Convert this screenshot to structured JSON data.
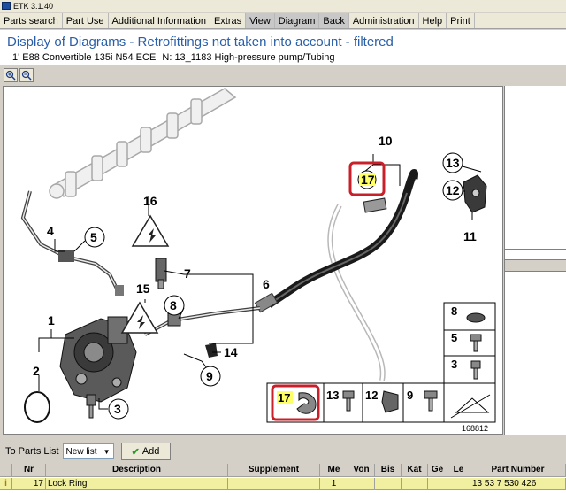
{
  "window": {
    "title": "ETK 3.1.40"
  },
  "menu": [
    {
      "label": "Parts search"
    },
    {
      "label": "Part Use"
    },
    {
      "label": "Additional Information"
    },
    {
      "label": "Extras"
    },
    {
      "label": "View"
    },
    {
      "label": "Diagram"
    },
    {
      "label": "Back"
    },
    {
      "label": "Administration"
    },
    {
      "label": "Help"
    },
    {
      "label": "Print"
    }
  ],
  "header": {
    "title": "Display of Diagrams - Retrofittings not taken into account - filtered",
    "vehicle": "1' E88 Convertible 135i N54 ECE",
    "n_label": "N:",
    "group": "13_1183 High-pressure pump/Tubing"
  },
  "diagram": {
    "id": "168812",
    "callouts": [
      "1",
      "2",
      "3",
      "4",
      "5",
      "6",
      "7",
      "8",
      "9",
      "10",
      "11",
      "12",
      "13",
      "14",
      "15",
      "16",
      "17"
    ],
    "highlight_color": "#c8202a",
    "tag_color": "#ffff66"
  },
  "parts_list_bar": {
    "label": "To Parts List",
    "select_value": "New list",
    "add_label": "Add"
  },
  "table": {
    "columns": [
      "",
      "Nr",
      "Description",
      "Supplement",
      "Me",
      "Von",
      "Bis",
      "Kat",
      "Ge",
      "Le",
      "Part Number"
    ],
    "rows": [
      {
        "info": "i",
        "nr": "17",
        "description": "Lock Ring",
        "supplement": "",
        "me": "1",
        "von": "",
        "bis": "",
        "kat": "",
        "ge": "",
        "le": "",
        "part_number": "13 53 7 530 426"
      }
    ]
  }
}
